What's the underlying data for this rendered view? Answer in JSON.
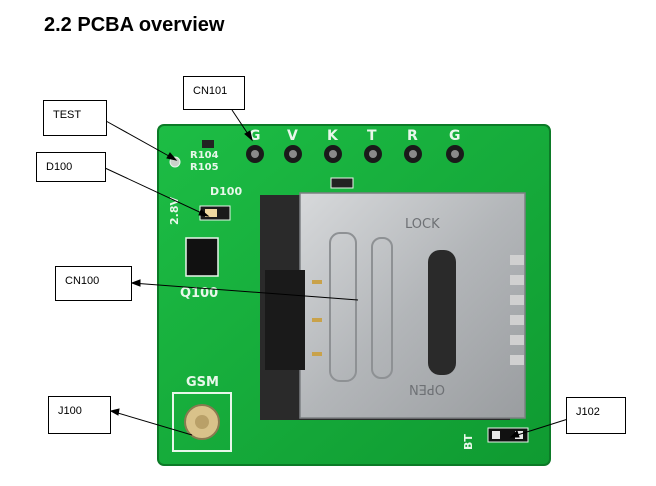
{
  "heading": "2.2 PCBA overview",
  "callouts": {
    "cn101": "CN101",
    "test": "TEST",
    "d100": "D100",
    "cn100": "CN100",
    "j100": "J100",
    "j102": "J102"
  },
  "silkscreen": {
    "pins": [
      "G",
      "V",
      "K",
      "T",
      "R",
      "G"
    ],
    "r104": "R104",
    "r105": "R105",
    "d100": "D100",
    "v28": "2.8V",
    "q100": "Q100",
    "gsm": "GSM",
    "bt": "BT",
    "lock": "LOCK",
    "open": "OPEN"
  },
  "colors": {
    "pcb": "#16b23a",
    "pcb_dark": "#0f8f2c",
    "metal": "#b9bcbf"
  }
}
